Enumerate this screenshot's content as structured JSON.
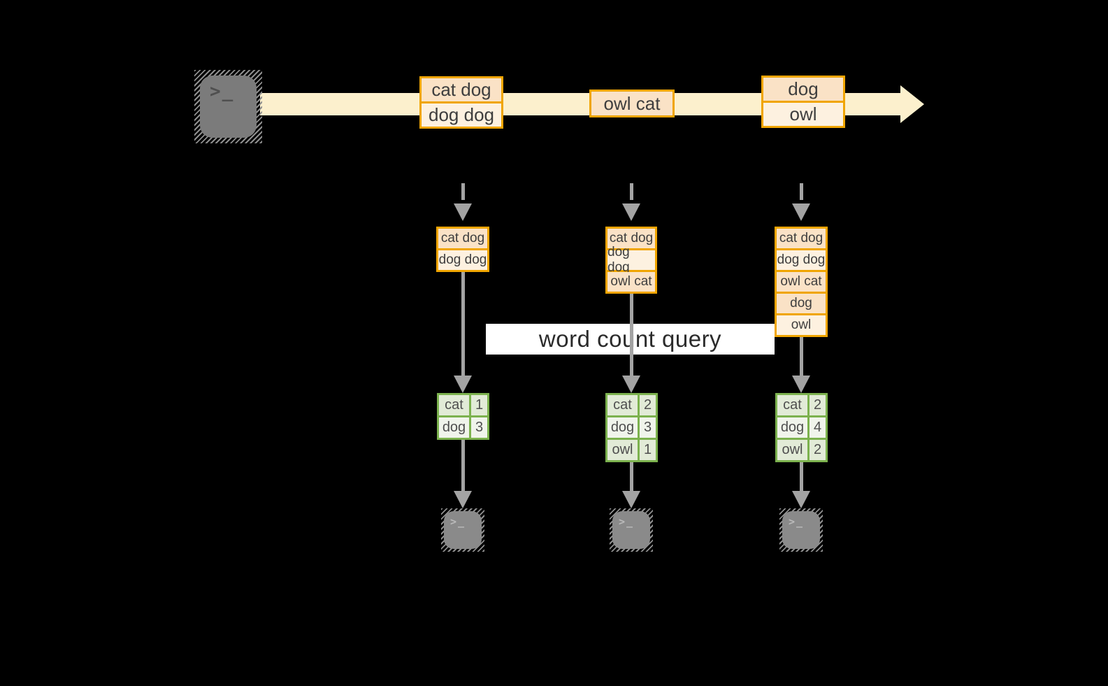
{
  "palette": {
    "background": "#000000",
    "stream_band": "#FCF0CD",
    "record_border": "#F0A500",
    "record_fill_dark": "#FAE2C6",
    "record_fill_light": "#FDF1E0",
    "table_border": "#7CB24E",
    "table_fill_dark": "#E2EBD7",
    "table_fill_light": "#F0F4EB",
    "arrow_gray": "#A3A3A3",
    "terminal_gray": "#8A8A8A",
    "query_box": "#FFFFFF"
  },
  "stream": {
    "source_icon": "terminal-icon",
    "events": [
      {
        "lines": [
          {
            "text": "cat dog",
            "variant": "dark"
          },
          {
            "text": "dog dog",
            "variant": "light"
          }
        ]
      },
      {
        "lines": [
          {
            "text": "owl cat",
            "variant": "dark"
          }
        ]
      },
      {
        "lines": [
          {
            "text": "dog",
            "variant": "dark"
          },
          {
            "text": "owl",
            "variant": "light"
          }
        ]
      }
    ]
  },
  "query_label": "word count query",
  "columns": [
    {
      "buffer": [
        {
          "text": "cat dog",
          "variant": "dark"
        },
        {
          "text": "dog dog",
          "variant": "light"
        }
      ],
      "counts": [
        {
          "word": "cat",
          "count": "1",
          "variant": "dark"
        },
        {
          "word": "dog",
          "count": "3",
          "variant": "light"
        }
      ],
      "sink_icon": "terminal-icon"
    },
    {
      "buffer": [
        {
          "text": "cat dog",
          "variant": "dark"
        },
        {
          "text": "dog dog",
          "variant": "light"
        },
        {
          "text": "owl cat",
          "variant": "dark"
        }
      ],
      "counts": [
        {
          "word": "cat",
          "count": "2",
          "variant": "dark"
        },
        {
          "word": "dog",
          "count": "3",
          "variant": "light"
        },
        {
          "word": "owl",
          "count": "1",
          "variant": "dark"
        }
      ],
      "sink_icon": "terminal-icon"
    },
    {
      "buffer": [
        {
          "text": "cat dog",
          "variant": "dark"
        },
        {
          "text": "dog dog",
          "variant": "light"
        },
        {
          "text": "owl cat",
          "variant": "dark"
        },
        {
          "text": "dog",
          "variant": "dark"
        },
        {
          "text": "owl",
          "variant": "light"
        }
      ],
      "counts": [
        {
          "word": "cat",
          "count": "2",
          "variant": "dark"
        },
        {
          "word": "dog",
          "count": "4",
          "variant": "light"
        },
        {
          "word": "owl",
          "count": "2",
          "variant": "dark"
        }
      ],
      "sink_icon": "terminal-icon"
    }
  ]
}
